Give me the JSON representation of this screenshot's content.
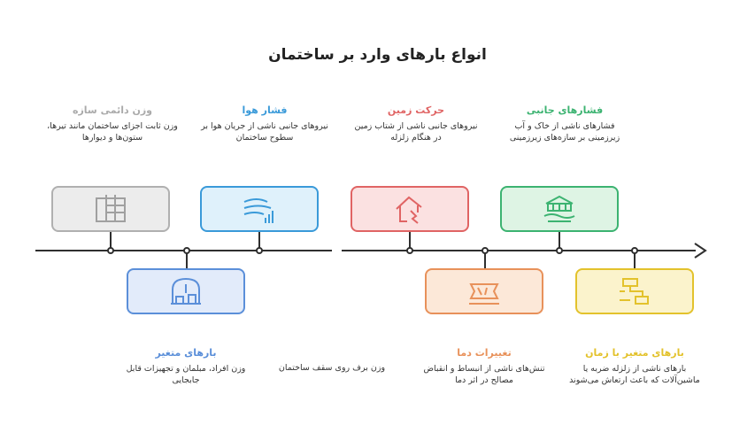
{
  "title": "انواع بارهای وارد بر ساختمان",
  "top_items": [
    {
      "heading": "وزن دائمی سازه",
      "desc": "وزن ثابت اجزای ساختمان مانند تیرها، ستون‌ها و دیوارها",
      "color": "#aaaaaa",
      "icon": "building-frame-icon"
    },
    {
      "heading": "فشار هوا",
      "desc": "نیروهای جانبی ناشی از جریان هوا بر سطوح ساختمان",
      "color": "#3a9ad9",
      "icon": "wind-icon"
    },
    {
      "heading": "حرکت زمین",
      "desc": "نیروهای جانبی ناشی از شتاب زمین در هنگام زلزله",
      "color": "#e06464",
      "icon": "earthquake-house-icon"
    },
    {
      "heading": "فشارهای جانبی",
      "desc": "فشارهای ناشی از خاک و آب زیرزمینی بر سازه‌های زیرزمینی",
      "color": "#3cb371",
      "icon": "retaining-structure-icon"
    }
  ],
  "bottom_items": [
    {
      "heading": "بارهای متغیر",
      "desc": "وزن افراد، مبلمان و تجهیزات قابل جابجایی",
      "color": "#5b8fd9",
      "icon": "furniture-interior-icon"
    },
    {
      "heading": "",
      "desc": "وزن برف روی سقف ساختمان",
      "color": "",
      "icon": ""
    },
    {
      "heading": "تغییرات دما",
      "desc": "تنش‌های ناشی از انبساط و انقباض مصالح در اثر دما",
      "color": "#e8915a",
      "icon": "thermal-expansion-icon"
    },
    {
      "heading": "بارهای متغیر با زمان",
      "desc": "بارهای ناشی از زلزله ضربه یا ماشین‌آلات که باعث ارتعاش می‌شوند",
      "color": "#e3c22c",
      "icon": "vibration-machine-icon"
    }
  ],
  "colors": {
    "axis": "#2f2f2f"
  }
}
